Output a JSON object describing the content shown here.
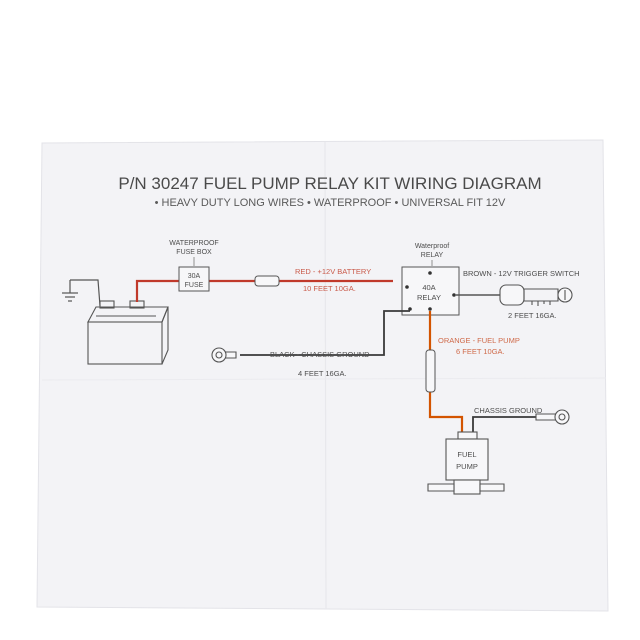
{
  "title": "P/N 30247 FUEL PUMP RELAY KIT WIRING DIAGRAM",
  "subtitle": "• HEAVY DUTY LONG WIRES  • WATERPROOF  • UNIVERSAL FIT 12V",
  "fuse_box": {
    "label_line1": "WATERPROOF",
    "label_line2": "FUSE BOX",
    "fuse_line1": "30A",
    "fuse_line2": "FUSE"
  },
  "relay": {
    "label_line1": "Waterproof",
    "label_line2": "RELAY",
    "body_line1": "40A",
    "body_line2": "RELAY"
  },
  "wires": {
    "red_label": "RED - +12V BATTERY",
    "red_length": "10 FEET 10GA.",
    "brown_label": "BROWN - 12V TRIGGER SWITCH",
    "brown_length": "2 FEET 16GA.",
    "black_label": "BLACK - CHASSIS GROUND",
    "black_length": "4 FEET 16GA.",
    "orange_label": "ORANGE - FUEL PUMP",
    "orange_length": "6 FEET 10GA.",
    "chassis_ground_label": "CHASSIS GROUND"
  },
  "pump": {
    "line1": "FUEL",
    "line2": "PUMP"
  },
  "colors": {
    "paper": "#f3f3f6",
    "ink": "#555555",
    "red_wire": "#c0392b",
    "orange_wire": "#d35400",
    "black_wire": "#3a3a3a",
    "brown_wire": "#555555"
  }
}
